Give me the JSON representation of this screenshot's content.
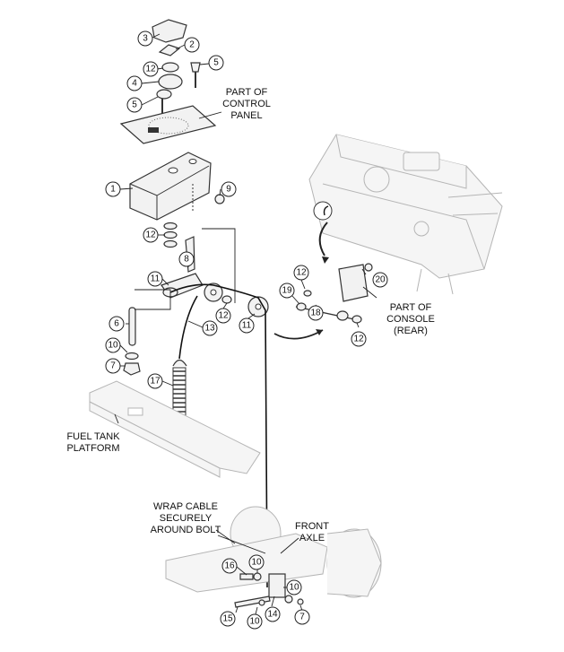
{
  "callouts": {
    "c1": "1",
    "c2": "2",
    "c3": "3",
    "c4": "4",
    "c5a": "5",
    "c5b": "5",
    "c6": "6",
    "c7a": "7",
    "c7b": "7",
    "c8": "8",
    "c9": "9",
    "c10a": "10",
    "c10b": "10",
    "c10c": "10",
    "c10d": "10",
    "c11a": "11",
    "c11b": "11",
    "c12a": "12",
    "c12b": "12",
    "c12c": "12",
    "c12d": "12",
    "c12e": "12",
    "c13": "13",
    "c14": "14",
    "c15": "15",
    "c16": "16",
    "c17": "17",
    "c18": "18",
    "c19": "19",
    "c20": "20"
  },
  "labels": {
    "control_panel": [
      "PART OF",
      "CONTROL",
      "PANEL"
    ],
    "console": [
      "PART OF",
      "CONSOLE",
      "(REAR)"
    ],
    "fuel_tank": [
      "FUEL TANK",
      "PLATFORM"
    ],
    "wrap_cable": [
      "WRAP CABLE",
      "SECURELY",
      "AROUND BOLT"
    ],
    "front_axle": [
      "FRONT",
      "AXLE"
    ]
  }
}
